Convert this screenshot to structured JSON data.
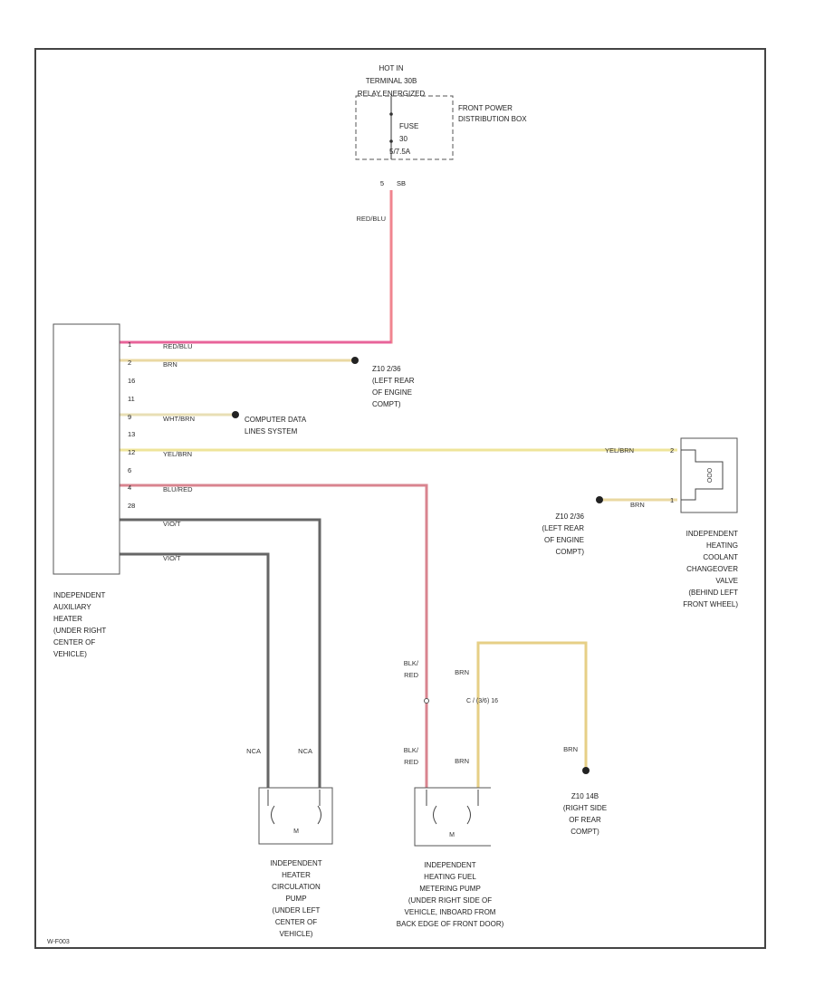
{
  "power_source": {
    "hot_lines": [
      "HOT IN",
      "TERMINAL 30B",
      "RELAY ENERGIZED"
    ],
    "fuse_label": "FUSE",
    "fuse_number": "30",
    "fuse_rating": "5/7.5A",
    "box_label_lines": [
      "FRONT POWER",
      "DISTRIBUTION BOX"
    ],
    "pin_left": "5",
    "pin_right": "SB",
    "wire": "RED/BLU"
  },
  "heater": {
    "label_lines": [
      "INDEPENDENT",
      "AUXILIARY",
      "HEATER",
      "(UNDER RIGHT",
      "CENTER OF",
      "VEHICLE)"
    ],
    "pins": [
      "1",
      "2",
      "16",
      "11",
      "9",
      "13",
      "12",
      "6",
      "4",
      "28"
    ],
    "wires": {
      "power": "RED/BLU",
      "ground": "BRN",
      "data": "WHT/BRN",
      "valve": "YEL/BRN",
      "fuel": "BLU/RED",
      "circ1": "VIO/T",
      "circ2": "VIO/T"
    }
  },
  "ground_left": {
    "label_lines": [
      "Z10 2/36",
      "(LEFT REAR",
      "OF ENGINE",
      "COMPT)"
    ]
  },
  "data_system": {
    "label_lines": [
      "COMPUTER DATA",
      "LINES SYSTEM"
    ]
  },
  "valve": {
    "label_lines": [
      "INDEPENDENT",
      "HEATING",
      "COOLANT",
      "CHANGEOVER",
      "VALVE",
      "(BEHIND LEFT",
      "FRONT WHEEL)"
    ],
    "pin1": "2",
    "pin2": "1",
    "wire_top": "YEL/BRN",
    "wire_bottom": "BRN",
    "symbol": "OOO"
  },
  "ground_valve": {
    "label_lines": [
      "Z10 2/36",
      "(LEFT REAR",
      "OF ENGINE",
      "COMPT)"
    ]
  },
  "circulation_pump": {
    "label_lines": [
      "INDEPENDENT",
      "HEATER",
      "CIRCULATION",
      "PUMP",
      "(UNDER LEFT",
      "CENTER OF",
      "VEHICLE)"
    ],
    "wire_left": "NCA",
    "wire_right": "NCA",
    "motor": "M"
  },
  "fuel_pump": {
    "label_lines": [
      "INDEPENDENT",
      "HEATING FUEL",
      "METERING PUMP",
      "(UNDER RIGHT SIDE OF",
      "VEHICLE, INBOARD FROM",
      "BACK EDGE OF FRONT DOOR)"
    ],
    "wire_upper": [
      "BLK/",
      "RED"
    ],
    "wire_lower": [
      "BLK/",
      "RED"
    ],
    "brn_upper": "BRN",
    "brn_lower": "BRN",
    "connector": "C / (3/6) 16",
    "motor": "M"
  },
  "ground_rear": {
    "wire": "BRN",
    "label_lines": [
      "Z10 14B",
      "(RIGHT SIDE",
      "OF REAR",
      "COMPT)"
    ]
  },
  "figure_id": "W-F003"
}
